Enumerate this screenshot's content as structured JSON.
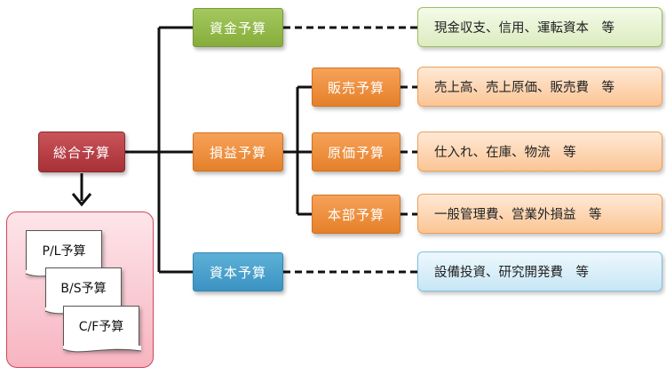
{
  "root": {
    "label": "総合予算"
  },
  "budgets": {
    "funds": {
      "label": "資金予算",
      "desc": "現金収支、信用、運転資本　等"
    },
    "pl": {
      "label": "損益予算"
    },
    "capital": {
      "label": "資本予算",
      "desc": "設備投資、研究開発費　等"
    }
  },
  "pl_sub": {
    "sales": {
      "label": "販売予算",
      "desc": "売上高、売上原価、販売費　等"
    },
    "cost": {
      "label": "原価予算",
      "desc": "仕入れ、在庫、物流　等"
    },
    "hq": {
      "label": "本部予算",
      "desc": "一般管理費、営業外損益　等"
    }
  },
  "reports": {
    "pl": "P/L予算",
    "bs": "B/S予算",
    "cf": "C/F予算"
  },
  "colors": {
    "root": "#b03a41",
    "funds": "#94b84a",
    "pl": "#f0903f",
    "capital": "#4aa3cf"
  }
}
